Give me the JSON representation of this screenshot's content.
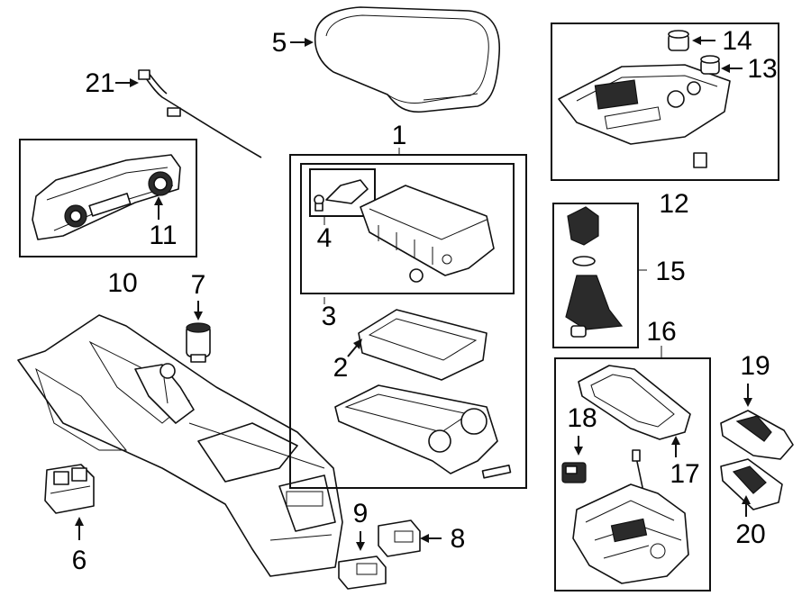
{
  "callouts": {
    "c1": "1",
    "c2": "2",
    "c3": "3",
    "c4": "4",
    "c5": "5",
    "c6": "6",
    "c7": "7",
    "c8": "8",
    "c9": "9",
    "c10": "10",
    "c11": "11",
    "c12": "12",
    "c13": "13",
    "c14": "14",
    "c15": "15",
    "c16": "16",
    "c17": "17",
    "c18": "18",
    "c19": "19",
    "c20": "20",
    "c21": "21"
  },
  "colors": {
    "line": "#111111",
    "background": "#ffffff",
    "dark_fill": "#2b2b2b"
  }
}
